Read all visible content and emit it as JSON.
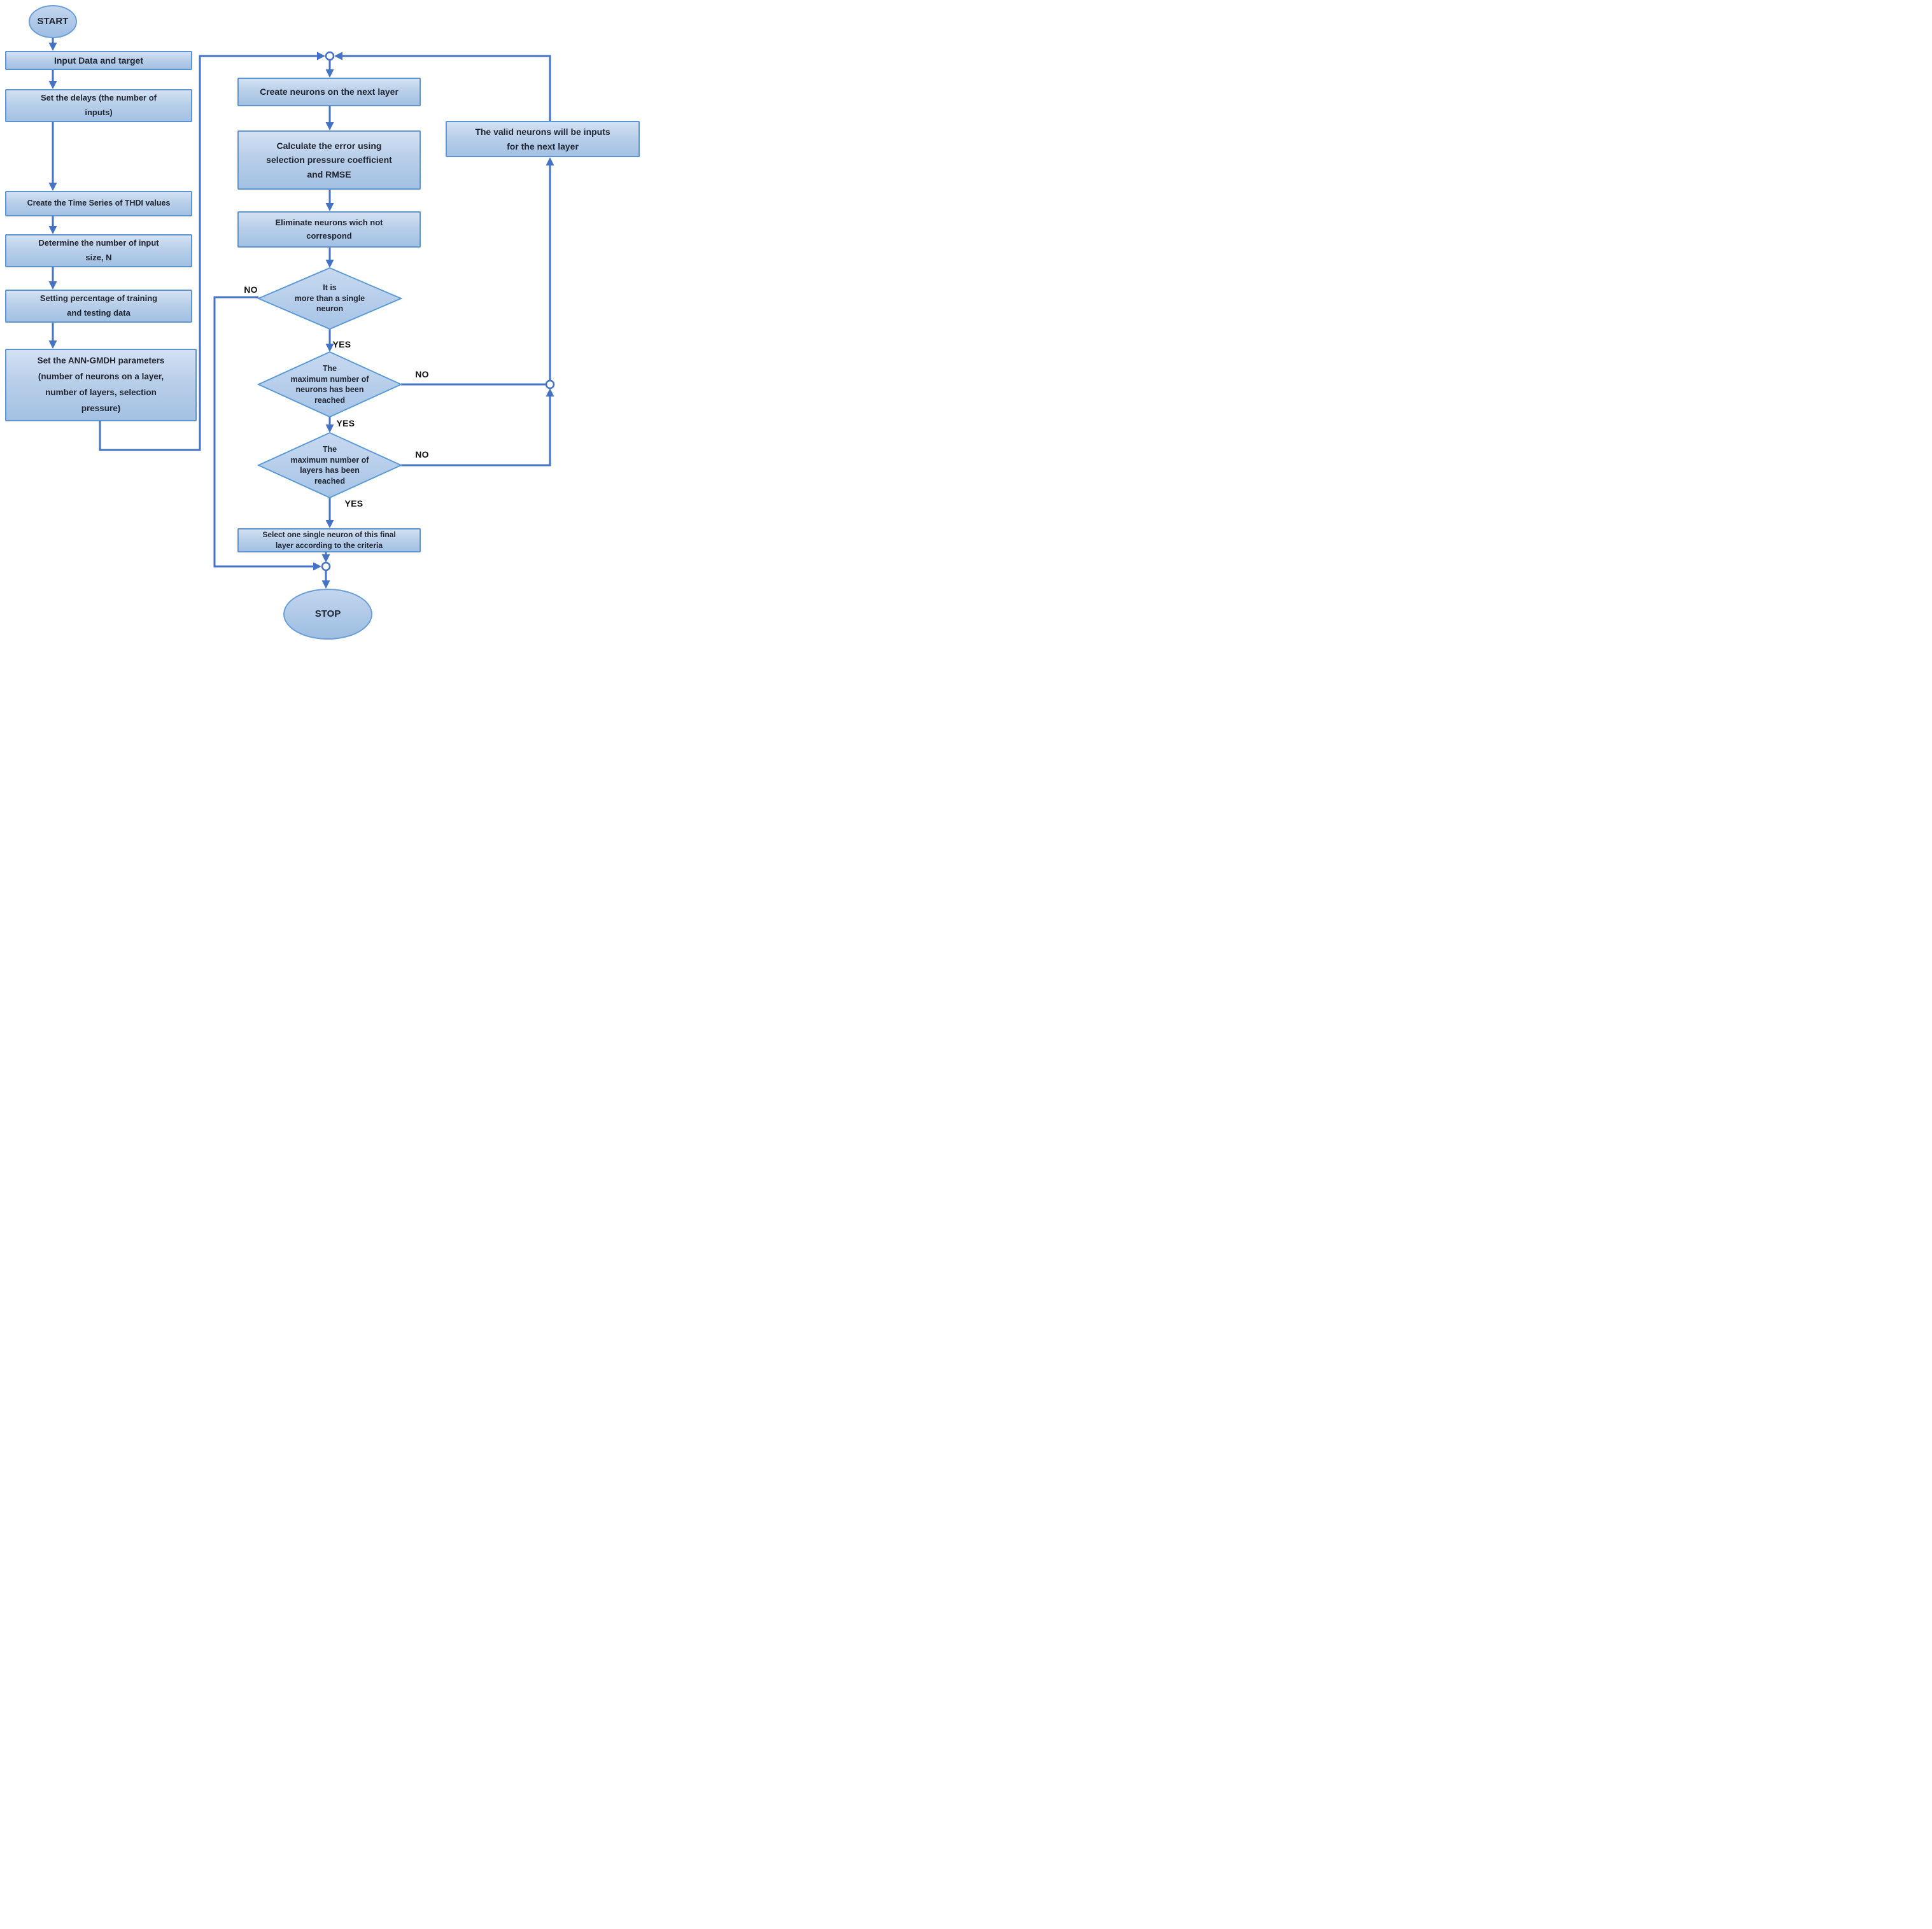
{
  "diagram": {
    "type": "flowchart",
    "colors": {
      "wire": "#4472c4",
      "node_border": "#5f94d0",
      "node_fill_top": "#d3e1f3",
      "node_fill_bottom": "#a3c1e3",
      "diamond_fill": "#b7cdea",
      "text": "#1f2430",
      "edge_label": "#111111",
      "background": "#ffffff"
    },
    "nodes": {
      "start": {
        "label": "START",
        "type": "terminator"
      },
      "input_data": {
        "label": "Input Data and target",
        "type": "process"
      },
      "set_delays": {
        "label": "Set the delays (the number of\ninputs)",
        "type": "process"
      },
      "create_series": {
        "label": "Create the Time Series of THDI values",
        "type": "process"
      },
      "determine_n": {
        "label": "Determine the number of input\nsize, N",
        "type": "process"
      },
      "set_percentage": {
        "label": "Setting percentage of training\nand testing data",
        "type": "process"
      },
      "set_params": {
        "label": "Set the ANN-GMDH parameters\n(number of neurons on a layer,\nnumber of layers, selection\npressure)",
        "type": "process"
      },
      "create_neurons": {
        "label": "Create neurons on the next layer",
        "type": "process"
      },
      "calc_error": {
        "label": "Calculate the error using\nselection pressure coefficient\nand RMSE",
        "type": "process"
      },
      "eliminate": {
        "label": "Eliminate neurons wich not\ncorrespond",
        "type": "process"
      },
      "more_than_single": {
        "label": "It is\nmore than a single\nneuron",
        "type": "decision"
      },
      "max_neurons": {
        "label": "The\nmaximum number of\nneurons has been\nreached",
        "type": "decision"
      },
      "max_layers": {
        "label": "The\nmaximum number of\nlayers has been\nreached",
        "type": "decision"
      },
      "select_neuron": {
        "label": "Select one single neuron of this final\nlayer according to the criteria",
        "type": "process"
      },
      "valid_neurons": {
        "label": "The valid neurons will be inputs\nfor the next layer",
        "type": "process"
      },
      "stop": {
        "label": "STOP",
        "type": "terminator"
      }
    },
    "edge_labels": {
      "no_single": "NO",
      "yes_single": "YES",
      "no_max_neurons": "NO",
      "yes_max_neurons": "YES",
      "no_max_layers": "NO",
      "yes_max_layers": "YES"
    }
  }
}
